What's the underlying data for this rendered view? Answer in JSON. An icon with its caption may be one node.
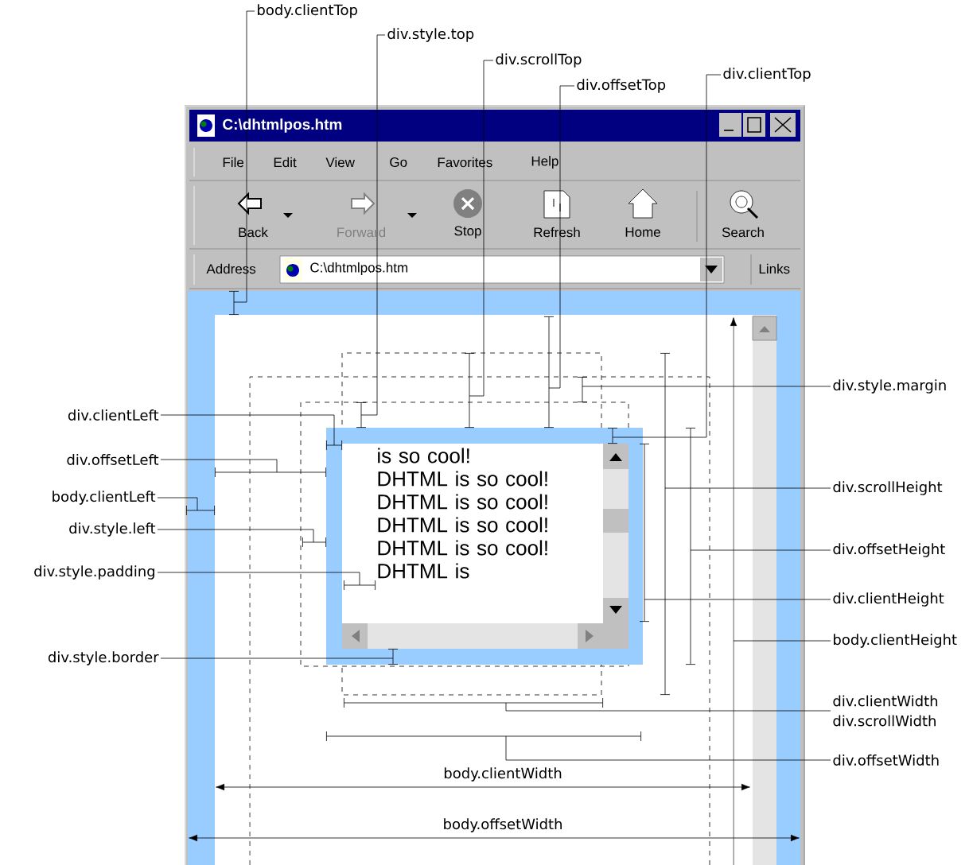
{
  "diagram": {
    "nodes": [
      {
        "text": [
          "body.clientTop"
        ]
      },
      {
        "text": [
          "div.style.top"
        ]
      },
      {
        "text": [
          "div.scrollTop"
        ]
      },
      {
        "text": [
          "div.clientTop"
        ]
      },
      {
        "text": [
          "div.offsetTop"
        ]
      },
      {
        "text": [
          "div.style.margin"
        ]
      },
      {
        "text": [
          "div.clientLeft"
        ]
      },
      {
        "text": [
          "div.offsetLeft"
        ]
      },
      {
        "text": [
          "div.scrollHeight"
        ]
      },
      {
        "text": [
          "body.clientLeft"
        ]
      },
      {
        "text": [
          "div.style.left"
        ]
      },
      {
        "text": [
          "div.offsetHeight"
        ]
      },
      {
        "text": [
          "div.style.padding"
        ]
      },
      {
        "text": [
          "div.clientHeight"
        ]
      },
      {
        "text": [
          "body.clientHeight"
        ]
      },
      {
        "text": [
          "div.style.border"
        ]
      },
      {
        "text": [
          "div.clientWidth",
          "div.scrollWidth"
        ]
      },
      {
        "text": [
          "div.offsetWidth"
        ]
      },
      {
        "text": [
          "is so cool! DHTML is so cool! DHTML is so cool! DHTML is so cool! DHTML is so cool! DHTML is"
        ]
      }
    ],
    "edges": [
      {
        "from": 0,
        "to": null,
        "arrow": "none"
      },
      {
        "from": 1,
        "to": 18,
        "arrow": "none"
      },
      {
        "from": 2,
        "to": null,
        "arrow": "none"
      },
      {
        "from": 3,
        "to": 18,
        "arrow": "none"
      },
      {
        "from": 4,
        "to": null,
        "arrow": "none"
      },
      {
        "from": 5,
        "to": null,
        "arrow": "none"
      },
      {
        "from": 6,
        "to": 18,
        "arrow": "none"
      },
      {
        "from": 7,
        "to": null,
        "arrow": "none"
      },
      {
        "from": 8,
        "to": null,
        "arrow": "none"
      },
      {
        "from": 9,
        "to": null,
        "arrow": "none"
      },
      {
        "from": 10,
        "to": 18,
        "arrow": "none"
      },
      {
        "from": 11,
        "to": null,
        "arrow": "none"
      },
      {
        "from": 12,
        "to": 18,
        "arrow": "none"
      },
      {
        "from": 13,
        "to": 18,
        "arrow": "none"
      },
      {
        "from": 14,
        "to": null,
        "arrow": "none"
      },
      {
        "from": 15,
        "to": 18,
        "arrow": "none"
      },
      {
        "from": 16,
        "to": null,
        "arrow": "none"
      },
      {
        "from": 17,
        "to": null,
        "arrow": "none"
      }
    ],
    "labels": [
      "C:\\dhtmlpos.htm",
      "File",
      "Edit",
      "View",
      "Go",
      "Favorites",
      "Help",
      "Back",
      "Forward",
      "Stop",
      "Refresh",
      "Home",
      "Search",
      "Address",
      "C:\\dhtmlpos.htm",
      "Links",
      "body.clientWidth",
      "body.offsetWidth"
    ]
  }
}
